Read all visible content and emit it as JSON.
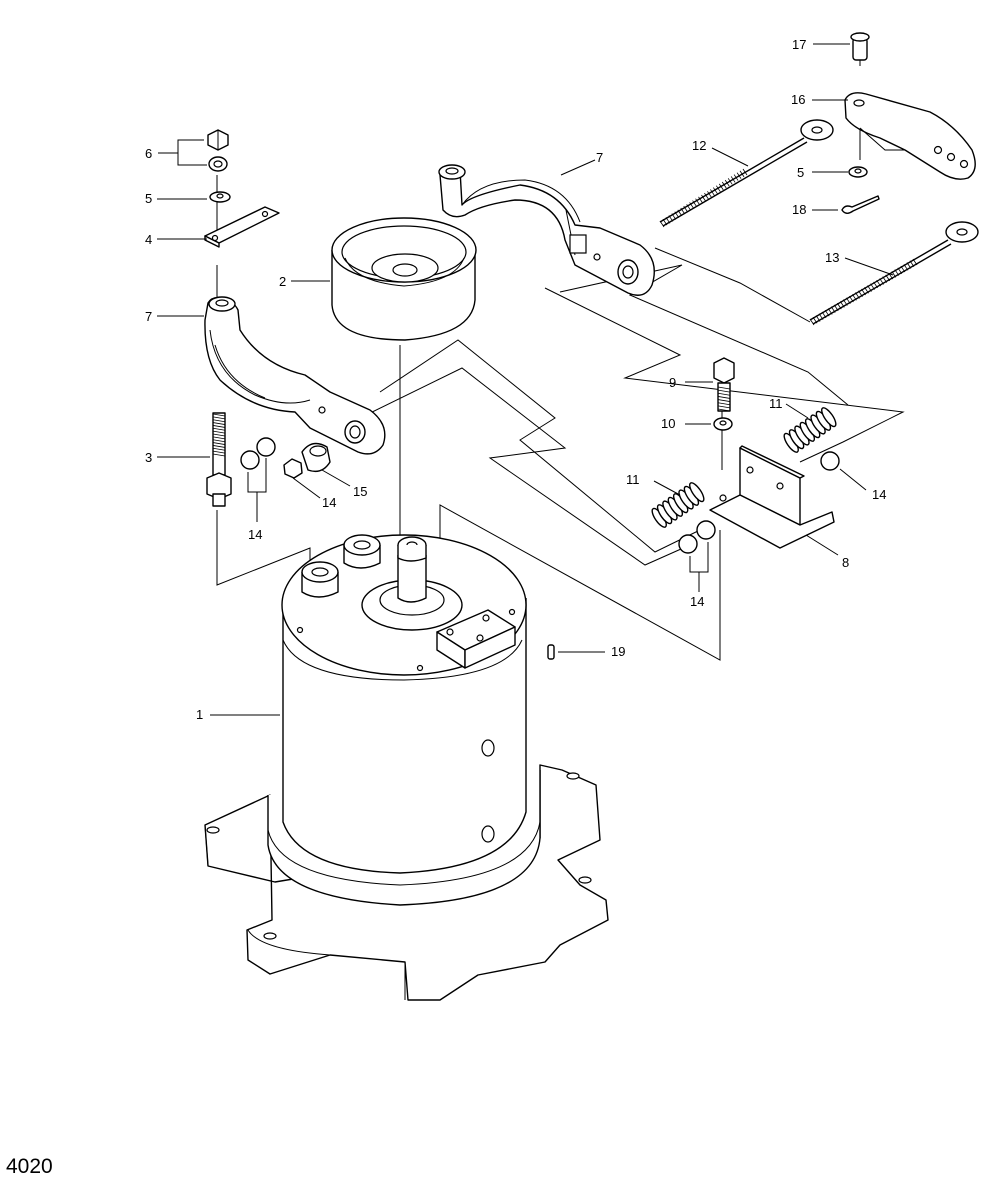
{
  "figure": {
    "number": "4020"
  },
  "callouts": [
    {
      "id": "c17a",
      "text": "17"
    },
    {
      "id": "c16",
      "text": "16"
    },
    {
      "id": "c12",
      "text": "12"
    },
    {
      "id": "c5b",
      "text": "5"
    },
    {
      "id": "c18",
      "text": "18"
    },
    {
      "id": "c13",
      "text": "13"
    },
    {
      "id": "c6",
      "text": "6"
    },
    {
      "id": "c5a",
      "text": "5"
    },
    {
      "id": "c4",
      "text": "4"
    },
    {
      "id": "c7a",
      "text": "7"
    },
    {
      "id": "c2",
      "text": "2"
    },
    {
      "id": "c7b",
      "text": "7"
    },
    {
      "id": "c9",
      "text": "9"
    },
    {
      "id": "c10",
      "text": "10"
    },
    {
      "id": "c11a",
      "text": "11"
    },
    {
      "id": "c11b",
      "text": "11"
    },
    {
      "id": "c3",
      "text": "3"
    },
    {
      "id": "c14a",
      "text": "14"
    },
    {
      "id": "c15",
      "text": "15"
    },
    {
      "id": "c14b",
      "text": "14"
    },
    {
      "id": "c14c",
      "text": "14"
    },
    {
      "id": "c8",
      "text": "8"
    },
    {
      "id": "c14d",
      "text": "14"
    },
    {
      "id": "c19",
      "text": "19"
    },
    {
      "id": "c1",
      "text": "1"
    }
  ]
}
